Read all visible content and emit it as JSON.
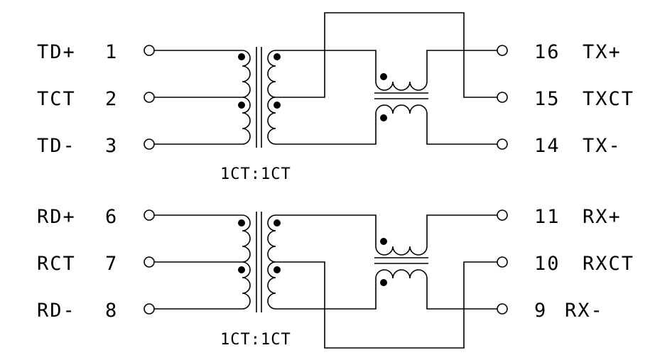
{
  "left_pins": [
    {
      "label": "TD+",
      "num": "1"
    },
    {
      "label": "TCT",
      "num": "2"
    },
    {
      "label": "TD-",
      "num": "3"
    },
    {
      "label": "RD+",
      "num": "6"
    },
    {
      "label": "RCT",
      "num": "7"
    },
    {
      "label": "RD-",
      "num": "8"
    }
  ],
  "right_pins": [
    {
      "num": "16",
      "label": "TX+"
    },
    {
      "num": "15",
      "label": "TXCT"
    },
    {
      "num": "14",
      "label": "TX-"
    },
    {
      "num": "11",
      "label": "RX+"
    },
    {
      "num": "10",
      "label": "RXCT"
    },
    {
      "num": "9",
      "label": "RX-"
    }
  ],
  "ratio_labels": [
    "1CT:1CT",
    "1CT:1CT"
  ]
}
